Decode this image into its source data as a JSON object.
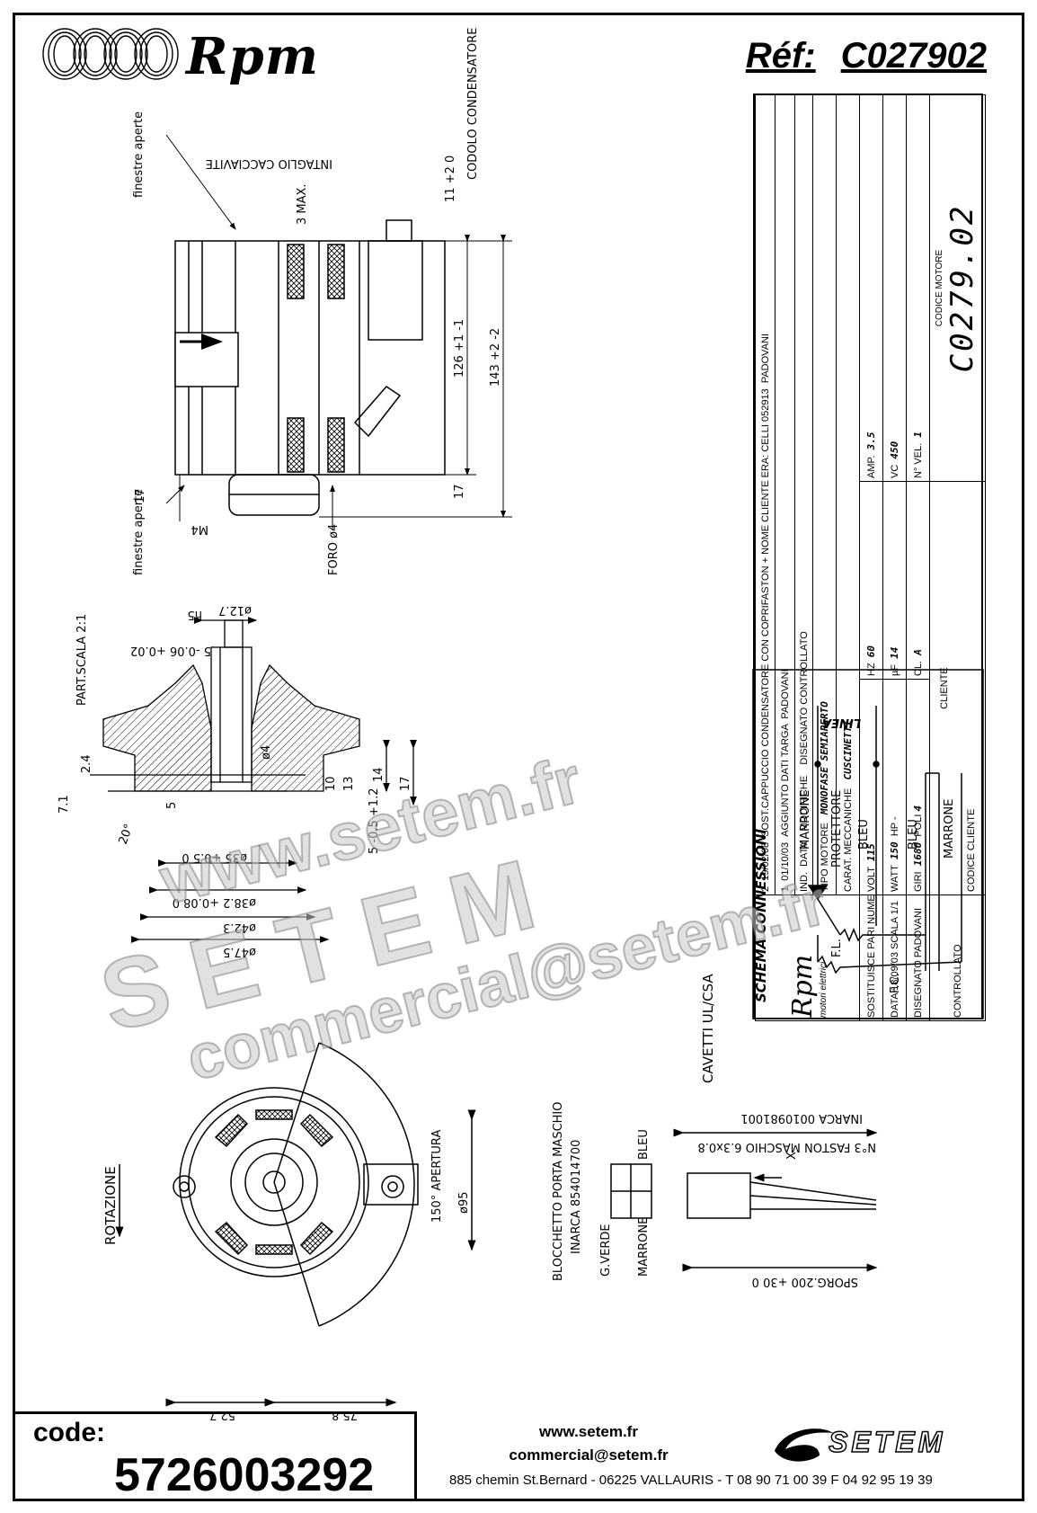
{
  "header": {
    "brand": "Rpm",
    "ref_label": "Réf:",
    "ref_value": "C027902"
  },
  "drawing": {
    "finestre_aperte": "finestre aperte",
    "intaglio": "INTAGLIO CACCIAVITE",
    "three_max": "3 MAX.",
    "codolo": "CODOLO CONDENSATORE",
    "tol_11": "11 +2 0",
    "dim_126": "126 +1 -1",
    "dim_143": "143 +2 -2",
    "dim_17a": "17",
    "dim_17b": "17",
    "m4": "M4",
    "foro": "FORO ø4",
    "part_scala": "PART.SCALA 2:1",
    "d127": "ø12.7",
    "h5": "h5",
    "tol_5": "5 -0.06 +0.02",
    "d4": "ø4",
    "dim_24": "2.4",
    "dim_71": "7.1",
    "deg20": "20°",
    "dim_5": "5",
    "dim_10": "10",
    "dim_13": "13",
    "dim_14": "14",
    "dim_17c": "17",
    "dim_5_05": "5 -0.5 +1.2",
    "d35": "ø35 +0.5 0",
    "d382": "ø38.2 +0.08 0",
    "d423": "ø42.3",
    "d475": "ø47.5",
    "rotazione": "ROTAZIONE",
    "apertura": "150° APERTURA",
    "d95": "ø95",
    "dim_527": "52.7",
    "dim_758": "75.8",
    "cavetti": "CAVETTI UL/CSA",
    "blocchetto": "BLOCCHETTO PORTA MASCHIO",
    "inarca1": "INARCA 854014700",
    "g_verde": "G.VERDE",
    "marrone": "MARRONE",
    "bleu": "BLEU",
    "faston": "N°3 FASTON MASCHIO 6.3x0.8",
    "inarca2": "INARCA 0010981001",
    "x_label": "X",
    "sporg": "SPORG.200 +30 0"
  },
  "schema": {
    "title": "SCHEMA CONNESSIONI",
    "linea": "LINEA",
    "marrone": "MARRONE",
    "protettore": "PROTETTORE",
    "bleu": "BLEU",
    "fl": "F.L.",
    "fc": "F.C."
  },
  "title_block": {
    "rev_rows": [
      {
        "ind": "2",
        "data": "19/02/08",
        "modifiche": "SOST.CAPPUCCIO CONDENSATORE CON COPRIFASTON + NOME CLIENTE ERA: CELLI 052913",
        "dis": "PADOVANI",
        "contr": ""
      },
      {
        "ind": "1",
        "data": "01/10/03",
        "modifiche": "AGGIUNTO DATI TARGA",
        "dis": "PADOVANI",
        "contr": ""
      }
    ],
    "h_ind": "IND.",
    "h_data": "DATA",
    "h_modifiche": "MODIFICHE",
    "h_disegnato": "DISEGNATO",
    "h_controllato": "CONTROLLATO",
    "tipo_motore_label": "TIPO MOTORE",
    "tipo_motore": "MONOFASE SEMIAPERTO",
    "carat_label": "CARAT. MECCANICHE",
    "carat": "CUSCINETTI",
    "volt_label": "VOLT",
    "volt": "115",
    "hz_label": "HZ",
    "hz": "60",
    "amp_label": "AMP.",
    "amp": "3.5",
    "watt_label": "WATT",
    "watt": "150",
    "hp_label": "HP",
    "hp": "-",
    "uf_label": "µF",
    "uf": "14",
    "vc_label": "VC",
    "vc": "450",
    "giri_label": "GIRI",
    "giri": "1680",
    "poli_label": "POLI",
    "poli": "4",
    "cl_label": "CL.",
    "cl": "A",
    "nvel_label": "N° VEL.",
    "nvel": "1",
    "cliente_label": "CLIENTE",
    "codice_motore_label": "CODICE MOTORE",
    "codice_motore": "C0279.02",
    "codice_cliente_label": "CODICE CLIENTE",
    "sost_label": "SOSTITUISCE PARI NUMERO DEL",
    "sost": "-",
    "data_label": "DATA",
    "data": "18/09/03",
    "scala_label": "SCALA",
    "scala": "1/1",
    "disegnato_label": "DISEGNATO",
    "disegnato": "PADOVANI",
    "controllato_label": "CONTROLLATO",
    "brand": "Rpm",
    "brand_sub": "motori elettrici"
  },
  "watermark": {
    "line1": "www.setem.fr",
    "line2": "SETEM",
    "line3": "commercial@setem.fr"
  },
  "footer": {
    "code_label": "code:",
    "code_value": "5726003292",
    "website": "www.setem.fr",
    "email": "commercial@setem.fr",
    "address": "885 chemin St.Bernard  -  06225 VALLAURIS  -  T 08 90 71 00 39   F 04 92 95 19 39",
    "setem_logo": "SETEM"
  }
}
